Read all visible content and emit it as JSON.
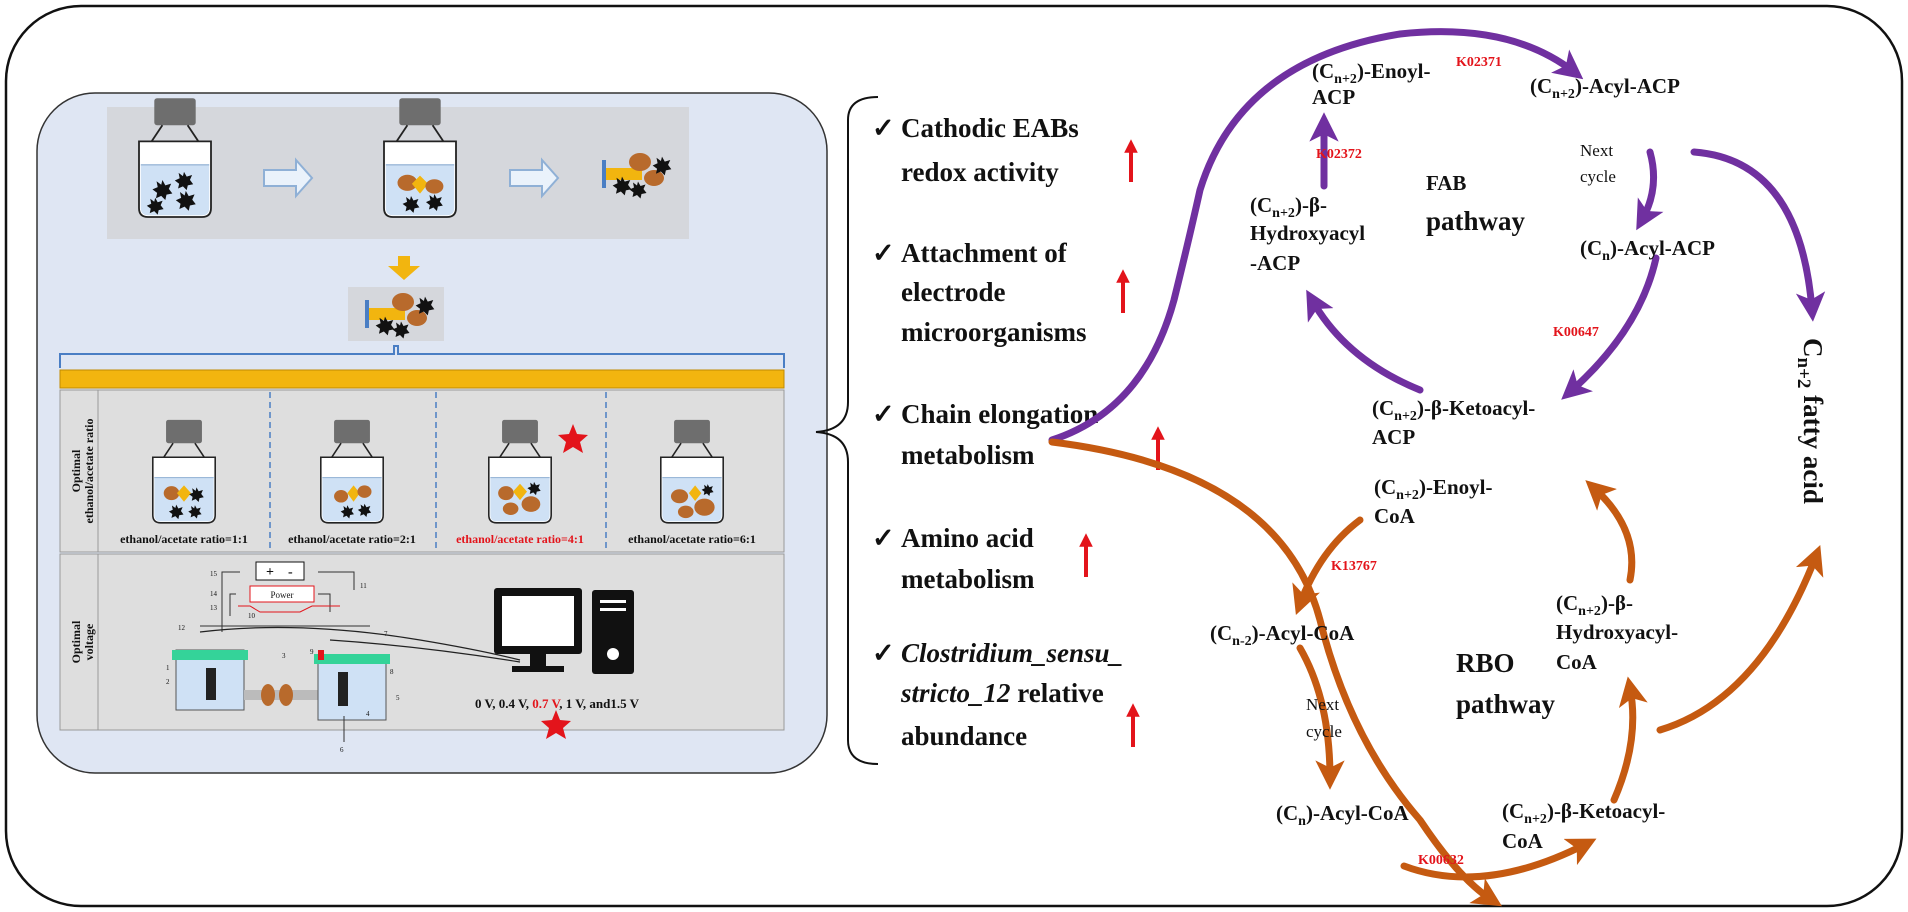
{
  "left_panel": {
    "ratio_section_label_1": "Optimal",
    "ratio_section_label_2": "ethanol/acetate ratio",
    "ratios": [
      {
        "label": "ethanol/acetate ratio=1:1",
        "optimal": false
      },
      {
        "label": "ethanol/acetate ratio=2:1",
        "optimal": false
      },
      {
        "label": "ethanol/acetate ratio=4:1",
        "optimal": true
      },
      {
        "label": "ethanol/acetate ratio=6:1",
        "optimal": false
      }
    ],
    "voltage_section_label_1": "Optimal",
    "voltage_section_label_2": "voltage",
    "voltages": {
      "part1": "0 V, 0.4 V, ",
      "optimal": "0.7 V",
      "part2": ", 1 V, and1.5 V"
    },
    "circuit": {
      "power_label": "Power",
      "plus": "+",
      "minus": "-",
      "numbers": [
        "15",
        "14",
        "13",
        "12",
        "11",
        "10",
        "9",
        "8",
        "7",
        "6",
        "5",
        "4",
        "3",
        "2",
        "1"
      ]
    }
  },
  "findings": [
    {
      "lines": [
        "Cathodic EABs",
        "redox activity"
      ],
      "italic": false
    },
    {
      "lines": [
        "Attachment of",
        "electrode",
        "microorganisms"
      ],
      "italic": false
    },
    {
      "lines": [
        "Chain elongation",
        "metabolism"
      ],
      "italic": false
    },
    {
      "lines": [
        "Amino acid",
        "metabolism"
      ],
      "italic": false
    },
    {
      "lines": [
        "Clostridium_sensu_",
        "stricto_12 relative",
        "abundance"
      ],
      "italic_parts": [
        "Clostridium_sensu_",
        "stricto_12"
      ]
    }
  ],
  "check_mark": "✓",
  "pathways": {
    "fab": {
      "title_1": "FAB",
      "title_2": "pathway",
      "next_cycle_1": "Next",
      "next_cycle_2": "cycle",
      "nodes": {
        "enoyl_acp_1": "-Enoyl-",
        "enoyl_acp_2": "ACP",
        "acyl_acp_n2": "-Acyl-ACP",
        "hydroxyacyl_acp_1": "-β-",
        "hydroxyacyl_acp_2": "Hydroxyacyl",
        "hydroxyacyl_acp_3": "-ACP",
        "acyl_acp_n": "-Acyl-ACP",
        "ketoacyl_acp_1": "-β-Ketoacyl-",
        "ketoacyl_acp_2": "ACP"
      },
      "enzymes": [
        "K02371",
        "K02372",
        "K00647"
      ]
    },
    "rbo": {
      "title_1": "RBO",
      "title_2": "pathway",
      "next_cycle_1": "Next",
      "next_cycle_2": "cycle",
      "nodes": {
        "enoyl_coa_1": "-Enoyl-",
        "enoyl_coa_2": "CoA",
        "acyl_coa_n2": "-Acyl-CoA",
        "hydroxyacyl_coa_1": "-β-",
        "hydroxyacyl_coa_2": "Hydroxyacyl-",
        "hydroxyacyl_coa_3": "CoA",
        "acyl_coa_n": "-Acyl-CoA",
        "ketoacyl_coa_1": "-β-Ketoacyl-",
        "ketoacyl_coa_2": "CoA"
      },
      "enzymes": [
        "K13767",
        "K00632"
      ]
    },
    "formula": {
      "c": "C",
      "n2": "n+2",
      "n": "n",
      "n_minus_2": "n-2"
    },
    "product_1": "C",
    "product_2": "n+2",
    "product_3": " fatty acid"
  },
  "colors": {
    "purple": "#7030a0",
    "orange": "#c55a11",
    "red": "#e3141b",
    "panel_bg": "#dfe6f3",
    "gold": "#f2b50f"
  }
}
